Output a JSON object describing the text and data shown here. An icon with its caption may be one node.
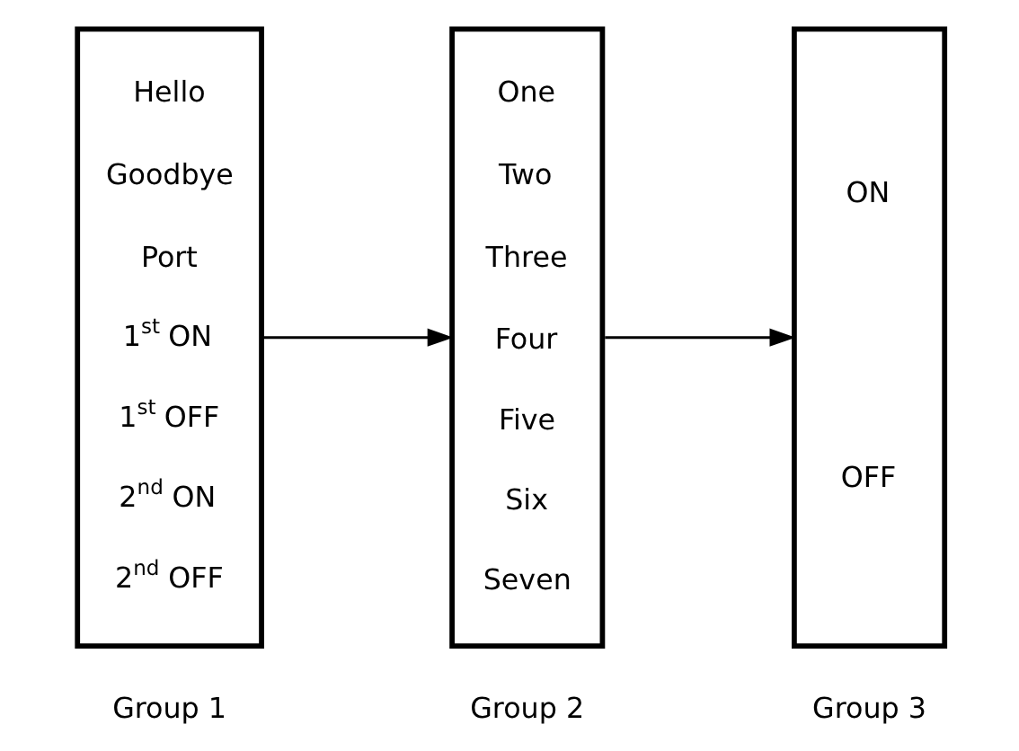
{
  "diagram": {
    "nodes": [
      {
        "text": [
          "Hello",
          "Goodbye",
          "Port",
          "1$^{st}$ ON",
          "1$^{st}$ OFF",
          "2$^{nd}$ ON",
          "2$^{nd}$ OFF"
        ],
        "beside": [
          "Group 1"
        ]
      },
      {
        "text": [
          "One",
          "Two",
          "Three",
          "Four",
          "Five",
          "Six",
          "Seven"
        ],
        "beside": [
          "Group 2"
        ]
      },
      {
        "text": [
          "ON",
          "OFF"
        ],
        "beside": [
          "Group 3"
        ]
      }
    ],
    "edges": [
      {
        "from": 0,
        "to": 1,
        "arrow": "to"
      },
      {
        "from": 1,
        "to": 2,
        "arrow": "to"
      }
    ]
  }
}
